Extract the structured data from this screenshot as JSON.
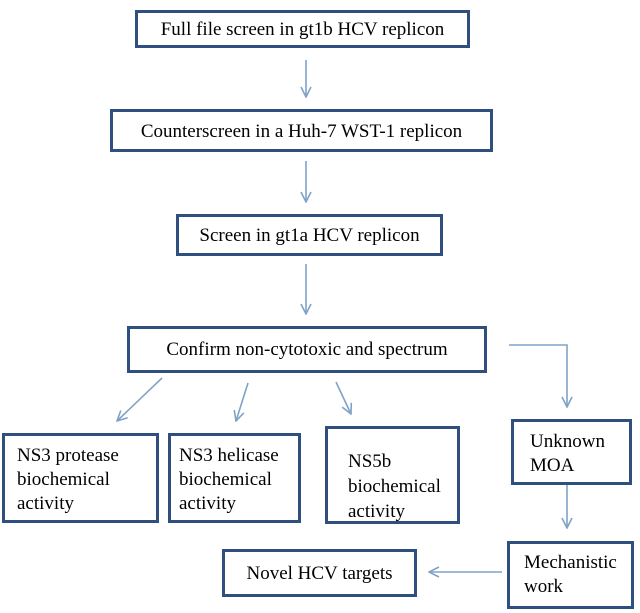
{
  "diagram": {
    "nodes": {
      "full_file_screen": "Full file screen in gt1b HCV replicon",
      "counterscreen": "Counterscreen in a Huh-7 WST-1 replicon",
      "gt1a_screen": "Screen in gt1a HCV replicon",
      "confirm": "Confirm non-cytotoxic and spectrum",
      "ns3_protease": "NS3 protease\nbiochemical\nactivity",
      "ns3_helicase": "NS3 helicase\nbiochemical\nactivity",
      "ns5b": "NS5b\nbiochemical\nactivity",
      "unknown_moa": "Unknown\nMOA",
      "mechanistic": "Mechanistic\nwork",
      "novel_targets": "Novel HCV targets"
    },
    "edges": [
      [
        "full_file_screen",
        "counterscreen"
      ],
      [
        "counterscreen",
        "gt1a_screen"
      ],
      [
        "gt1a_screen",
        "confirm"
      ],
      [
        "confirm",
        "ns3_protease"
      ],
      [
        "confirm",
        "ns3_helicase"
      ],
      [
        "confirm",
        "ns5b"
      ],
      [
        "confirm",
        "unknown_moa"
      ],
      [
        "unknown_moa",
        "mechanistic"
      ],
      [
        "mechanistic",
        "novel_targets"
      ]
    ],
    "colors": {
      "box_border": "#2f4f7f",
      "arrow": "#7fa3c6"
    }
  }
}
